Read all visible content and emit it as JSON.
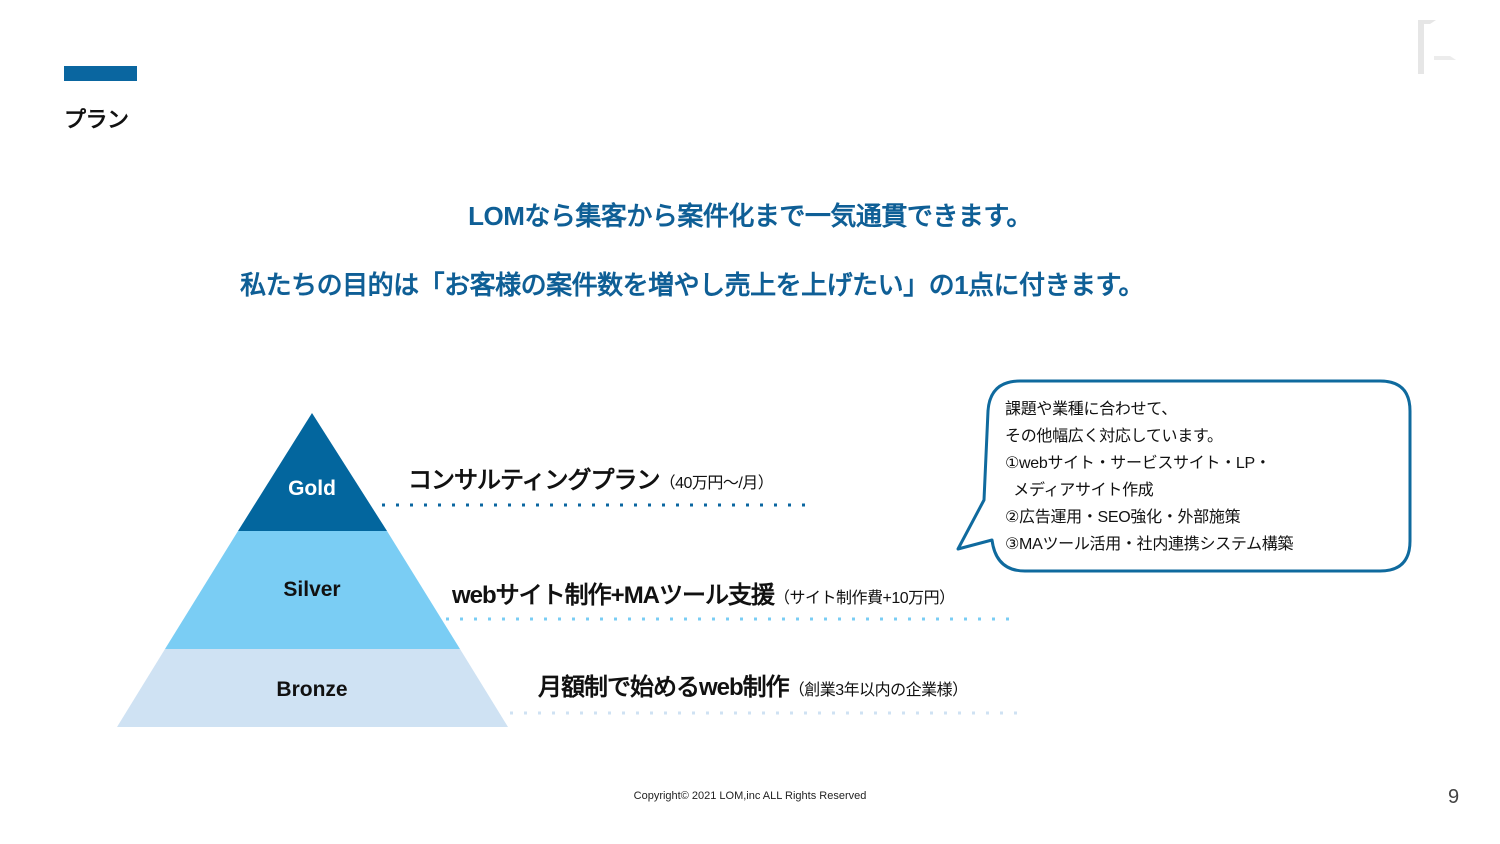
{
  "header": {
    "title": "プラン",
    "accent_color": "#0a66a0"
  },
  "headlines": {
    "line1": "LOMなら集客から案件化まで一気通貫できます。",
    "line2": "私たちの目的は「お客様の案件数を増やし売上を上げたい」の1点に付きます。",
    "color": "#0f5f96"
  },
  "pyramid": {
    "tiers": [
      {
        "label": "Gold",
        "color": "#03669e"
      },
      {
        "label": "Silver",
        "color": "#7acdf4"
      },
      {
        "label": "Bronze",
        "color": "#cfe2f3"
      }
    ]
  },
  "plans": [
    {
      "name": "コンサルティングプラン",
      "note": "（40万円～/月）",
      "dot_color": "#0a66a0"
    },
    {
      "name": "webサイト制作+MAツール支援",
      "note": "（サイト制作費+10万円）",
      "dot_color": "#7acdf4"
    },
    {
      "name": "月額制で始めるweb制作",
      "note": "（創業3年以内の企業様）",
      "dot_color": "#cfe2f3"
    }
  ],
  "callout": {
    "lines": [
      "課題や業種に合わせて、",
      "その他幅広く対応しています。",
      "①webサイト・サービスサイト・LP・",
      "  メディアサイト作成",
      "②広告運用・SEO強化・外部施策",
      "③MAツール活用・社内連携システム構築"
    ],
    "border_color": "#0f6a9e"
  },
  "footer": {
    "copyright": "Copyright© 2021 LOM,inc ALL Rights Reserved",
    "page_number": "9"
  }
}
